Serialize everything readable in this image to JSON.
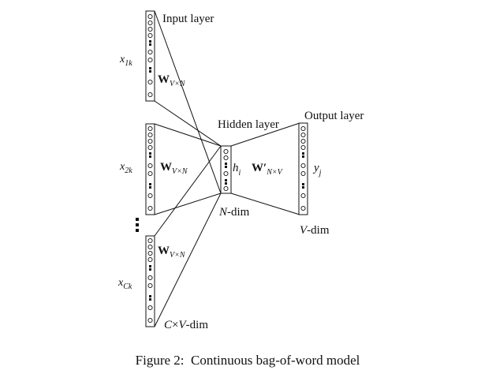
{
  "diagram": {
    "labels": {
      "input_layer": "Input layer",
      "hidden_layer": "Hidden layer",
      "output_layer": "Output layer",
      "x1k": "x",
      "x1k_sub": "1k",
      "x2k": "x",
      "x2k_sub": "2k",
      "xck": "x",
      "xck_sub": "Ck",
      "w": "W",
      "w_sub": "V×N",
      "w_prime": "W′",
      "w_prime_sub": "N×V",
      "h": "h",
      "h_sub": "i",
      "y": "y",
      "y_sub": "j",
      "n_dim_var": "N",
      "n_dim_rest": "-dim",
      "v_dim_var": "V",
      "v_dim_rest": "-dim",
      "cv_dim_var1": "C",
      "cv_dim_times": "×",
      "cv_dim_var2": "V",
      "cv_dim_rest": "-dim"
    },
    "caption": "Figure 2:  Continuous bag-of-word model",
    "colors": {
      "stroke": "#111111",
      "background": "#ffffff"
    }
  }
}
